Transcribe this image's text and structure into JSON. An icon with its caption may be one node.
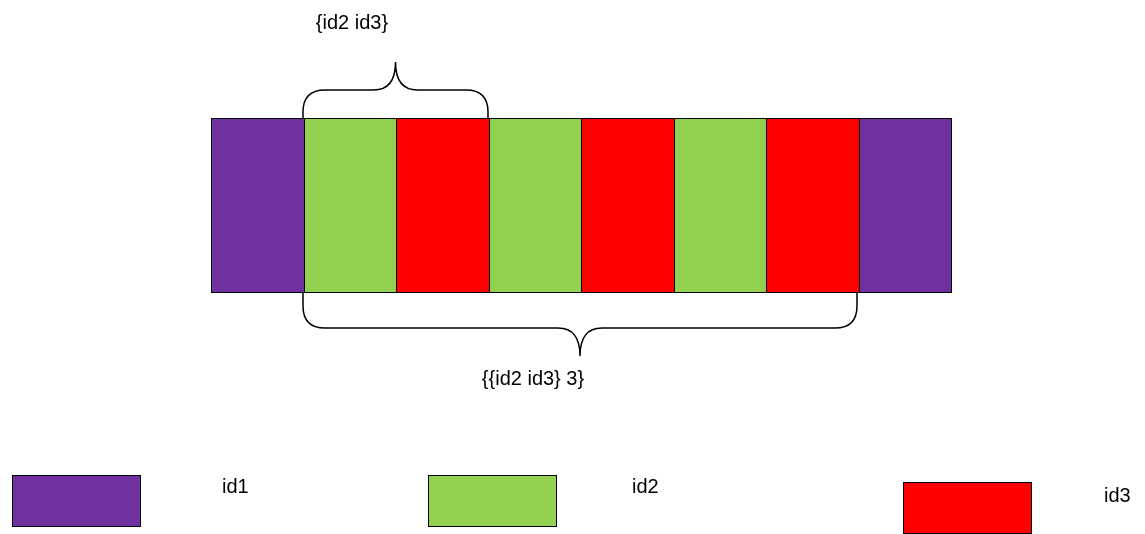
{
  "diagram": {
    "nodes": [
      {
        "text": [],
        "shape": "box"
      },
      {
        "text": [],
        "shape": "box"
      },
      {
        "text": [],
        "shape": "box"
      },
      {
        "text": [],
        "shape": "box"
      },
      {
        "text": [],
        "shape": "box"
      },
      {
        "text": [],
        "shape": "box"
      },
      {
        "text": [],
        "shape": "box"
      },
      {
        "text": [],
        "shape": "box"
      }
    ],
    "labels": [
      "{id2 id3}",
      "{{id2 id3} 3}"
    ],
    "legend": [
      {
        "text": "id1",
        "color": "#7030a0"
      },
      {
        "text": "id2",
        "color": "#92d050"
      },
      {
        "text": "id3",
        "color": "#ff0000"
      }
    ]
  }
}
